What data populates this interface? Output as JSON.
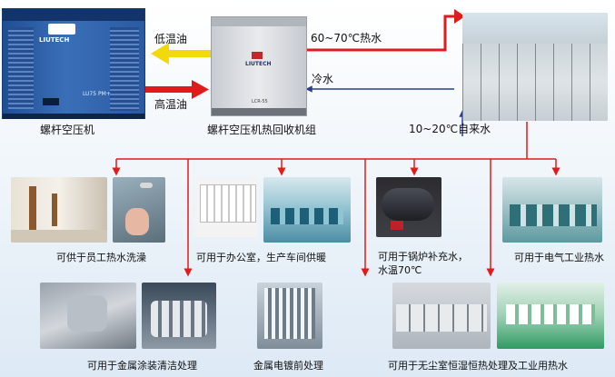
{
  "top": {
    "compressor_label": "螺杆空压机",
    "recovery_unit_label": "螺杆空压机热回收机组",
    "low_temp_oil": "低温油",
    "high_temp_oil": "高温油",
    "hot_water": "60~70℃热水",
    "cold_water": "冷水",
    "tap_water": "10~20℃自来水",
    "brand": "LIUTECH",
    "model_plate": "LU75 PM+",
    "unit_model": "LCR-55"
  },
  "applications": [
    {
      "label": "可供于员工热水洗澡"
    },
    {
      "label": "可用于办公室，生产车间供暖"
    },
    {
      "label_line1": "可用于锅炉补充水，",
      "label_line2": "水温70℃"
    },
    {
      "label": "可用于电气工业热水"
    },
    {
      "label": "可用于金属涂装清洁处理"
    },
    {
      "label": "金属电镀前处理"
    },
    {
      "label": "可用于无尘室恒湿恒热处理及工业用热水"
    }
  ],
  "colors": {
    "hot_line": "#e01b1b",
    "cold_line": "#2a3d8f",
    "low_oil_arrow": "#f2d90a",
    "high_oil_arrow": "#e01b1b",
    "branch_line": "#e01b1b",
    "compressor_body": "#2d5fa8"
  }
}
